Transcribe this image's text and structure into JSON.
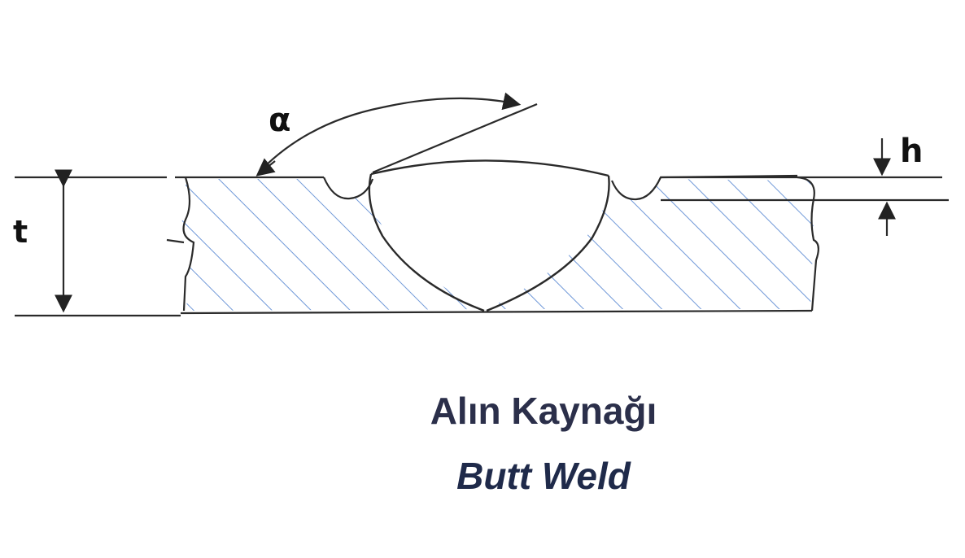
{
  "labels": {
    "alpha": "α",
    "thickness": "t",
    "height": "h"
  },
  "caption": {
    "turkish": "Alın Kaynağı",
    "english": "Butt Weld"
  },
  "colors": {
    "hatch": "#6f98d8",
    "outline": "#2a2a2a",
    "caption_tr": "#2b2f4a",
    "caption_en": "#1f2a4a"
  }
}
